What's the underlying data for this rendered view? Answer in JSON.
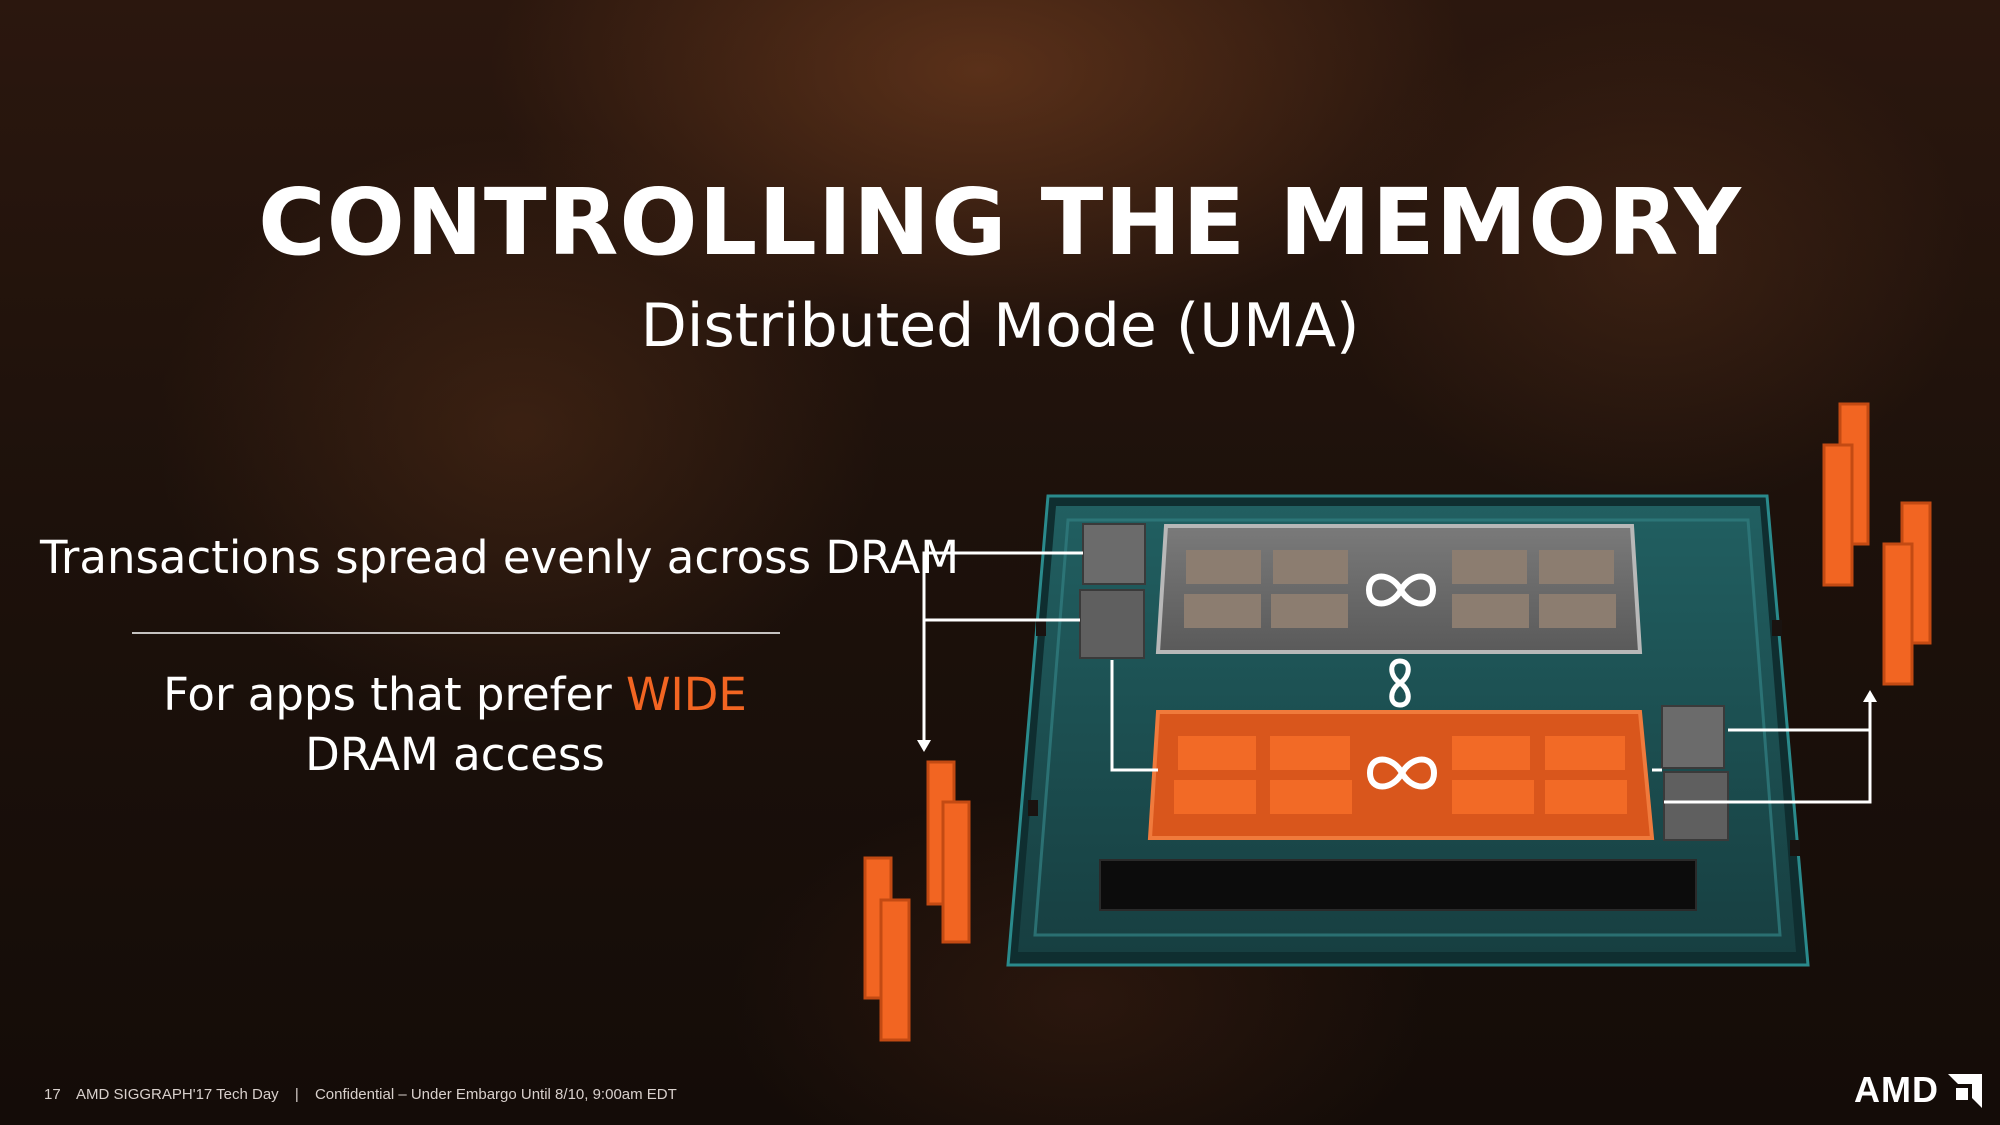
{
  "slide": {
    "title": "CONTROLLING THE MEMORY",
    "subtitle": "Distributed Mode (UMA)",
    "bullet1": "Transactions spread evenly across DRAM",
    "bullet2_prefix": "For apps that prefer ",
    "bullet2_highlight": "WIDE",
    "bullet2_suffix": "DRAM access"
  },
  "footer": {
    "page_number": "17",
    "event": "AMD SIGGRAPH'17 Tech Day",
    "separator": "|",
    "confidential": "Confidential – Under Embargo Until 8/10, 9:00am EDT"
  },
  "logo": {
    "text": "AMD"
  },
  "colors": {
    "accent": "#f26522",
    "package_teal": "#1e5e5f",
    "die_gray": "#6f6f6f",
    "background": "#1a0f0a"
  },
  "icons": [
    "infinity-fabric-icon",
    "amd-arrow-icon"
  ]
}
